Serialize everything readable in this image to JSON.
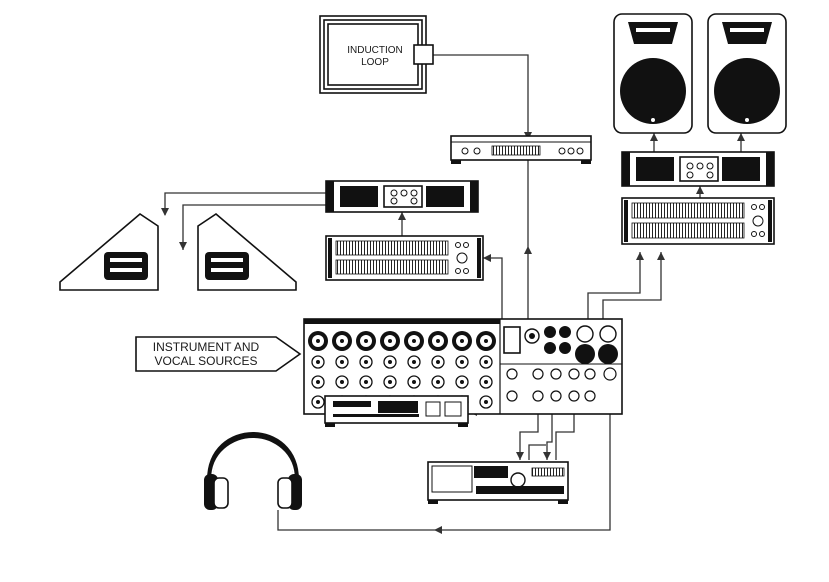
{
  "diagram": {
    "induction_loop": {
      "line1": "INDUCTION",
      "line2": "LOOP"
    },
    "sources": {
      "line1": "INSTRUMENT AND",
      "line2": "VOCAL SOURCES"
    }
  },
  "colors": {
    "line": "#333333",
    "device": "#111111",
    "background": "#ffffff"
  }
}
